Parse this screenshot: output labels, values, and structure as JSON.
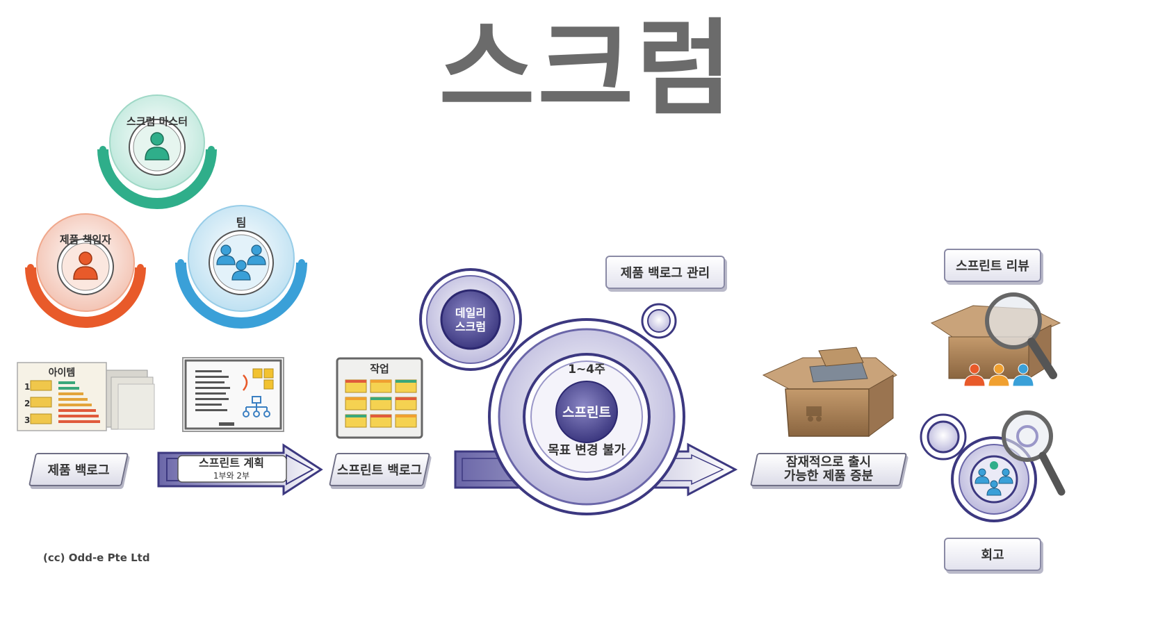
{
  "title": "스크럼",
  "roles": {
    "scrum_master": "스크럼 마스터",
    "product_owner": "제품 책임자",
    "team": "팀"
  },
  "backlog_board": {
    "heading": "아이템",
    "numbers": [
      "1",
      "2",
      "3"
    ]
  },
  "task_board": {
    "heading": "작업"
  },
  "labels": {
    "product_backlog": "제품 백로그",
    "sprint_planning": "스프린트 계획",
    "sprint_planning_sub": "1부와 2부",
    "sprint_backlog": "스프린트 백로그",
    "product_backlog_refinement": "제품 백로그 관리",
    "daily_scrum_line1": "데일리",
    "daily_scrum_line2": "스크럼",
    "sprint_duration": "1~4주",
    "sprint": "스프린트",
    "no_goal_change": "목표 변경 불가",
    "increment_line1": "잠재적으로 출시",
    "increment_line2": "가능한 제품 증분",
    "sprint_review": "스프린트 리뷰",
    "retrospective": "회고",
    "copyright": "(cc) Odd-e Pte Ltd"
  },
  "colors": {
    "title": "#6b6b6b",
    "scrum_master": "#2fae8a",
    "product_owner": "#e85a2a",
    "team": "#3aa0d8",
    "sprint_purple": "#5a559a",
    "box_brown": "#a9825a"
  },
  "icons": [
    "person-icon",
    "team-icon",
    "magnifier-icon",
    "box-icon",
    "org-chart-icon",
    "sticky-note-icon"
  ]
}
